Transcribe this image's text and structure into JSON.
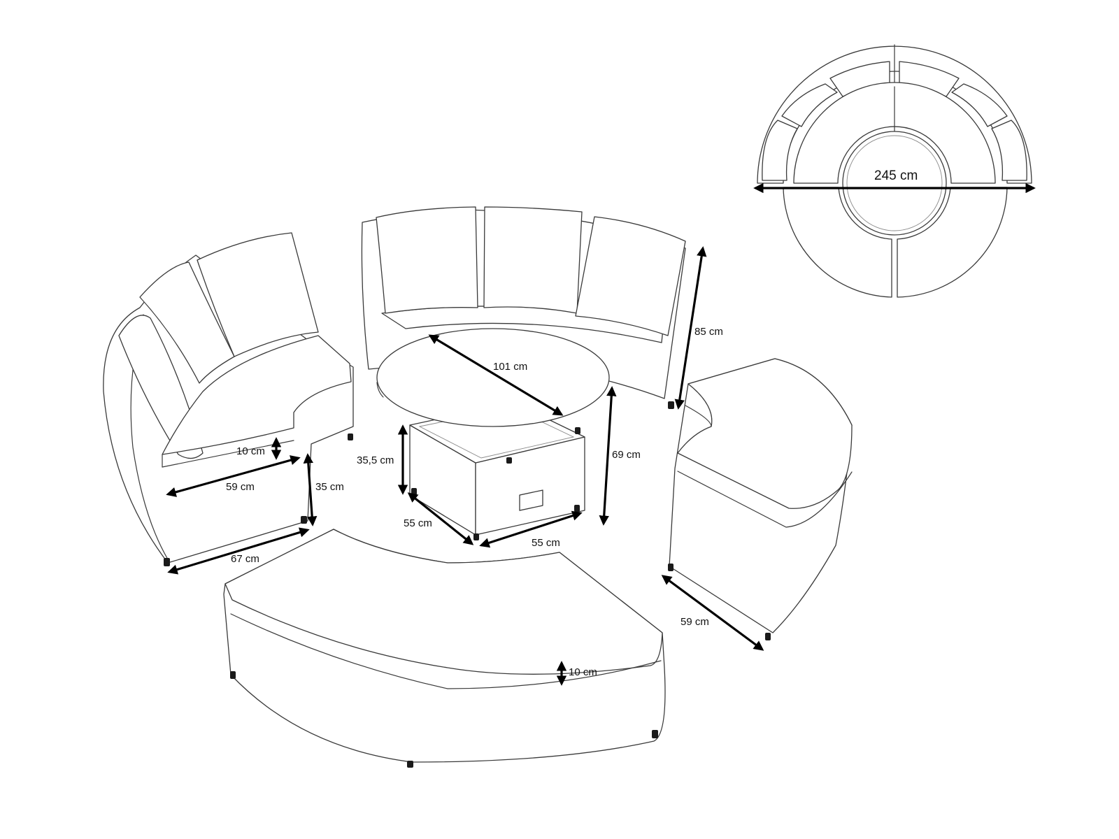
{
  "diagram": {
    "subject": "Round modular garden lounge set with lift table - dimension drawing",
    "colors": {
      "outline": "#3a3a3a",
      "dimension_arrow": "#000000",
      "background": "#ffffff",
      "feet": "#1a1a1a"
    },
    "plan_view": {
      "overall_diameter": "245 cm"
    },
    "components": {
      "corner_sofa": {
        "seat_cushion_thickness": "10 cm",
        "seat_depth": "59 cm",
        "seat_height": "35 cm",
        "base_depth": "67 cm"
      },
      "curved_sofa": {
        "back_height": "85 cm"
      },
      "lift_table": {
        "top_diameter": "101 cm",
        "base_height": "35,5 cm",
        "base_width": "55 cm",
        "base_depth": "55 cm",
        "total_height": "69 cm"
      },
      "right_stool": {
        "depth": "59 cm"
      },
      "curved_bench": {
        "cushion_thickness": "10 cm"
      }
    }
  }
}
